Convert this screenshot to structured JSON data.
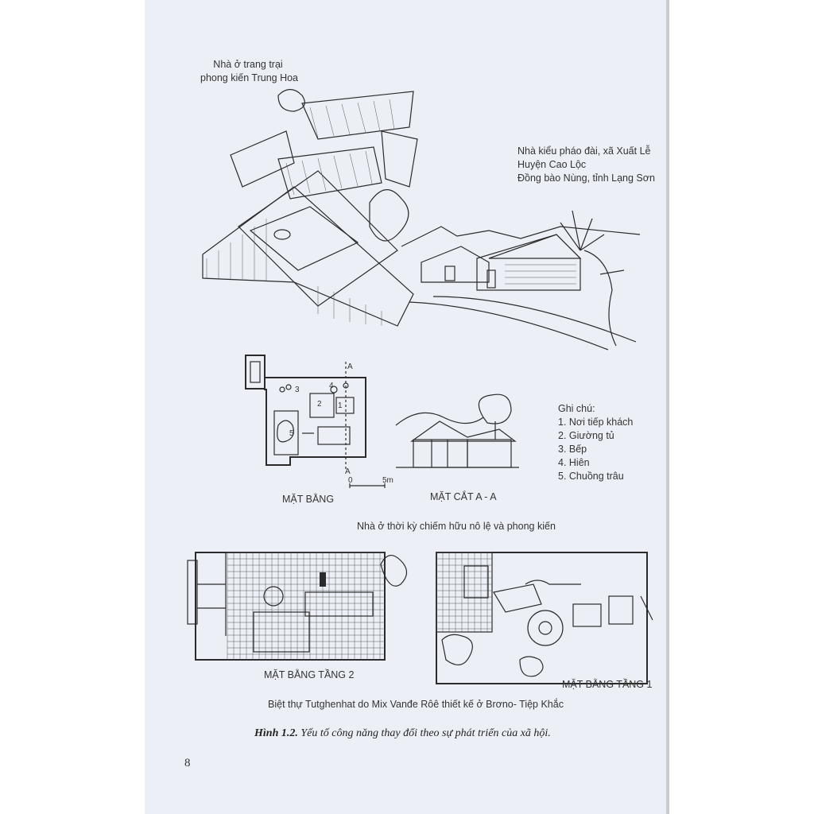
{
  "page_number": "8",
  "farm_house_label": [
    "Nhà ở trang trại",
    "phong kiến Trung Hoa"
  ],
  "fortress_house_label": [
    "Nhà kiểu pháo đài, xã Xuất Lễ",
    "Huyện Cao Lộc",
    "Đồng bào Nùng, tỉnh Lạng Sơn"
  ],
  "plan": {
    "section_marker_top": "A",
    "section_marker_bottom": "A",
    "room_numbers": [
      "3",
      "4",
      "2",
      "1",
      "5"
    ],
    "scale_start": "0",
    "scale_end": "5m",
    "plan_title": "MẶT BẰNG",
    "section_title": "MẶT CẮT A - A"
  },
  "legend": {
    "title": "Ghi chú:",
    "items": [
      "1. Nơi tiếp khách",
      "2. Giường tủ",
      "3. Bếp",
      "4. Hiên",
      "5. Chuồng trâu"
    ]
  },
  "slave_era_caption": "Nhà ở thời kỳ chiếm hữu nô lệ và phong kiến",
  "villa": {
    "floor2_title": "MẶT BẰNG TẦNG 2",
    "floor1_title": "MẶT BẰNG TẦNG 1",
    "caption": "Biệt thự Tutghenhat do Mix  Vanđe Rôê thiết kế ở Brơno- Tiệp Khắc"
  },
  "figure": {
    "number": "Hình 1.2.",
    "text": " Yếu tố công năng thay đổi theo sự phát triển của xã hội."
  }
}
